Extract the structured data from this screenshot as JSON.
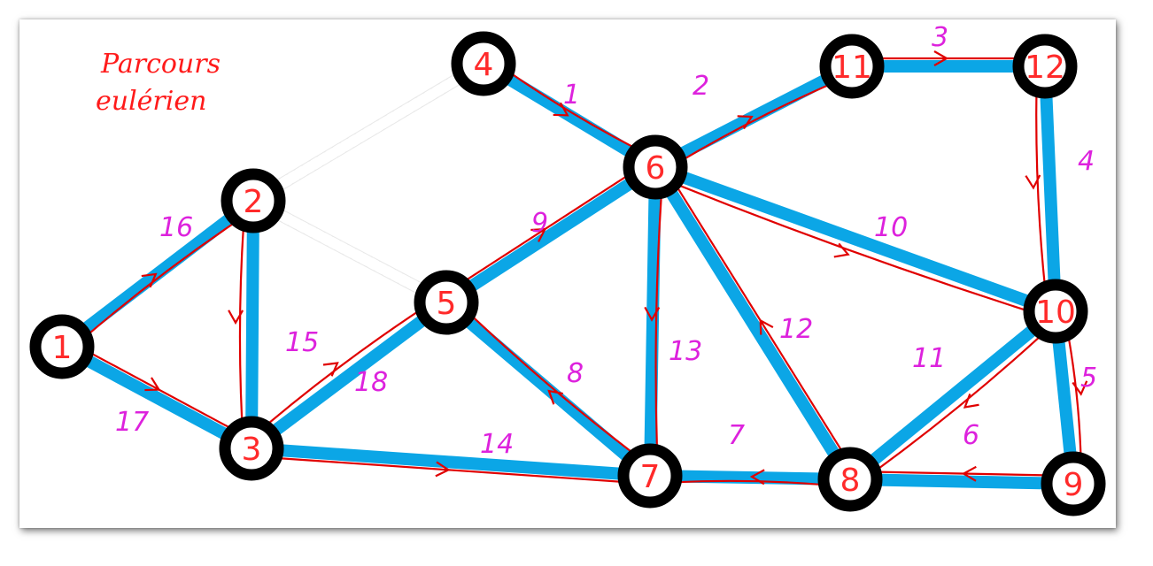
{
  "title": [
    "Parcours",
    "eulérien"
  ],
  "colors": {
    "edge": "#0ba6e6",
    "node_ring": "#000000",
    "node_label": "#ff2a2a",
    "path": "#e00000",
    "order_label": "#dd22dd",
    "erased": "#ffffff"
  },
  "nodes": [
    {
      "id": "1",
      "label": "1"
    },
    {
      "id": "2",
      "label": "2"
    },
    {
      "id": "3",
      "label": "3"
    },
    {
      "id": "4",
      "label": "4"
    },
    {
      "id": "5",
      "label": "5"
    },
    {
      "id": "6",
      "label": "6"
    },
    {
      "id": "7",
      "label": "7"
    },
    {
      "id": "8",
      "label": "8"
    },
    {
      "id": "9",
      "label": "9"
    },
    {
      "id": "10",
      "label": "10"
    },
    {
      "id": "11",
      "label": "11"
    },
    {
      "id": "12",
      "label": "12"
    }
  ],
  "edges": [
    {
      "from": "1",
      "to": "2",
      "order": "16"
    },
    {
      "from": "1",
      "to": "3",
      "order": "17"
    },
    {
      "from": "2",
      "to": "3",
      "order": "15"
    },
    {
      "from": "3",
      "to": "5",
      "order": "18"
    },
    {
      "from": "3",
      "to": "7",
      "order": "14"
    },
    {
      "from": "4",
      "to": "6",
      "order": "1"
    },
    {
      "from": "6",
      "to": "11",
      "order": "2"
    },
    {
      "from": "11",
      "to": "12",
      "order": "3"
    },
    {
      "from": "12",
      "to": "10",
      "order": "4"
    },
    {
      "from": "10",
      "to": "9",
      "order": "5"
    },
    {
      "from": "9",
      "to": "8",
      "order": "6"
    },
    {
      "from": "8",
      "to": "7",
      "order": "7"
    },
    {
      "from": "7",
      "to": "5",
      "order": "8"
    },
    {
      "from": "5",
      "to": "6",
      "order": "9"
    },
    {
      "from": "6",
      "to": "10",
      "order": "10"
    },
    {
      "from": "10",
      "to": "8",
      "order": "11"
    },
    {
      "from": "8",
      "to": "6",
      "order": "12"
    },
    {
      "from": "6",
      "to": "7",
      "order": "13"
    }
  ],
  "erased_edges": [
    {
      "from": "2",
      "to": "4"
    },
    {
      "from": "2",
      "to": "5"
    }
  ]
}
